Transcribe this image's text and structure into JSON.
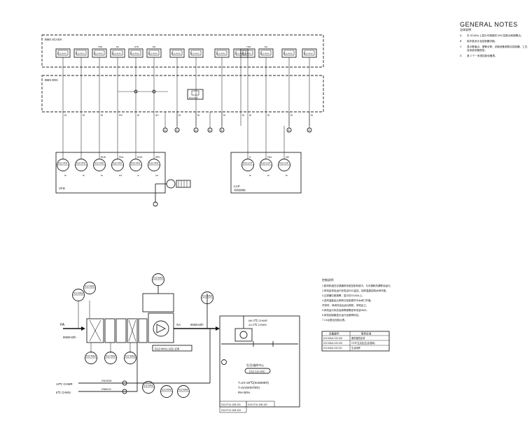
{
  "general_notes": {
    "title": "GENERAL  NOTES",
    "subtitle": "总体说明",
    "items": [
      {
        "key": "A",
        "text": "在 SCADA 上显示可调用的 DDC控制点和报警点。"
      },
      {
        "key": "B",
        "text": "除外各设计及控制器详细。"
      },
      {
        "key": "C",
        "text": "显示数值点、报警点等，详细设备参数见控制器、工艺、及系统设备规范。"
      },
      {
        "key": "D",
        "text": "参 2 个 ^ 系统控制设备表。"
      }
    ]
  },
  "top_panel": {
    "scada_label": "BMS SCADA",
    "ddc_label": "BMS DDC",
    "scada_blocks": [
      {
        "id": "D12-AHU",
        "tag": ""
      },
      {
        "id": "D12-AHU",
        "tag": ""
      },
      {
        "id": "D12-AHU",
        "tag": "TDR"
      },
      {
        "id": "D12-AHU",
        "tag": "RA"
      },
      {
        "id": "D12-AHU",
        "tag": "HTD"
      },
      {
        "id": "D12-AHU",
        "tag": "RD"
      },
      {
        "id": "D12-AHU",
        "tag": ""
      },
      {
        "id": "D12-AHU",
        "tag": ""
      },
      {
        "id": "D12-AHU",
        "tag": ""
      },
      {
        "id": "D12-AHU",
        "tag": ""
      },
      {
        "id": "D12-AHU",
        "tag": "TDR"
      },
      {
        "id": "D12-AHU",
        "tag": "RA"
      },
      {
        "id": "D12-AHU",
        "tag": ""
      },
      {
        "id": "D12-AHU",
        "tag": ""
      }
    ],
    "io_labels": [
      "DI",
      "DI",
      "DI",
      "DO",
      "AI",
      "AO",
      "DI",
      "DI",
      "DI",
      "DI",
      "DI",
      "DI",
      "DI",
      "DI"
    ],
    "ddc_block_id": "D12-AHU",
    "vfd_label": "VFD",
    "lcp_label": "LCP",
    "lcp_sub": "(现场控制箱)",
    "vfd_instruments": [
      {
        "tag": "",
        "id": "D12-VFD"
      },
      {
        "tag": "",
        "id": "D12-VFD"
      },
      {
        "tag": "RUN",
        "id": "D12-VFD"
      },
      {
        "tag": "FAIL",
        "id": "D12-VFD"
      },
      {
        "tag": "HOD",
        "id": "D12-VFD"
      },
      {
        "tag": "SPD",
        "id": "D12-VFD"
      }
    ],
    "lcp_instruments": [
      {
        "tag": "H",
        "id": "D12-LCP"
      },
      {
        "tag": "FAIL",
        "id": "D12-LCP"
      },
      {
        "tag": "ON",
        "id": "D12-LCP"
      }
    ],
    "callouts": [
      "A",
      "A",
      "A",
      "A",
      "A",
      "A",
      "A",
      "A",
      "A"
    ]
  },
  "bottom_panel": {
    "fa_label": "FA",
    "fa_flow": "6550m3/h",
    "sa_label": "SA",
    "sa_flow": "6550m3/h",
    "unit_tag": "D12-MAU-102-108",
    "chwr_label": "13℃ CHWR",
    "chws_label": "6℃ CHWS",
    "pipe_size_1": "DN100W",
    "pipe_size_2": "DN80X4",
    "room_chwr": "-6H.3℃ CHWR",
    "room_chws": "-10.0℃ CHWS",
    "room_title": "生活/指挥中心",
    "room_tag": "D12-1G-002",
    "room_design": [
      "T=24~26℃(SUMMER)",
      "T=NA(WINTER)",
      "RH<60%"
    ],
    "room_tags_bottom": [
      "D12-FCU-108-101",
      "D12-FCU-108-102",
      "D12-FCU-108-103"
    ],
    "instrument_id": "D12-MAU"
  },
  "legend": {
    "title": "控制说明：",
    "lines": [
      "1.新风机组在空调通风系统控制系统中，与冷源和热源联动运行。",
      "2.风机启停及运行状态由DDC监控，回风温度控制水阀开度。",
      "3.过滤器压差报警，显示在SCADA上。",
      "4.送风温度由比例积分控制调节冷水阀门开度。",
      "   开机时，风阀开启后启动风机，停机反之。",
      "5.风机运行状态及故障报警信号传至BMS。",
      "6.风机控制箱显示运行及故障状态。",
      "7.1/0点数见控制点表。"
    ],
    "table_headers": [
      "设备编号",
      "服务区域"
    ],
    "table_rows": [
      [
        "D12-MAU-102-108",
        "服务楼层区域"
      ],
      [
        "D12-MAU-102-105",
        "1F/2F生活区(生活/指挥)"
      ],
      [
        "D12-MAU-102-201",
        "生活用房"
      ]
    ]
  },
  "colors": {
    "line": "#222222",
    "background": "#ffffff"
  }
}
